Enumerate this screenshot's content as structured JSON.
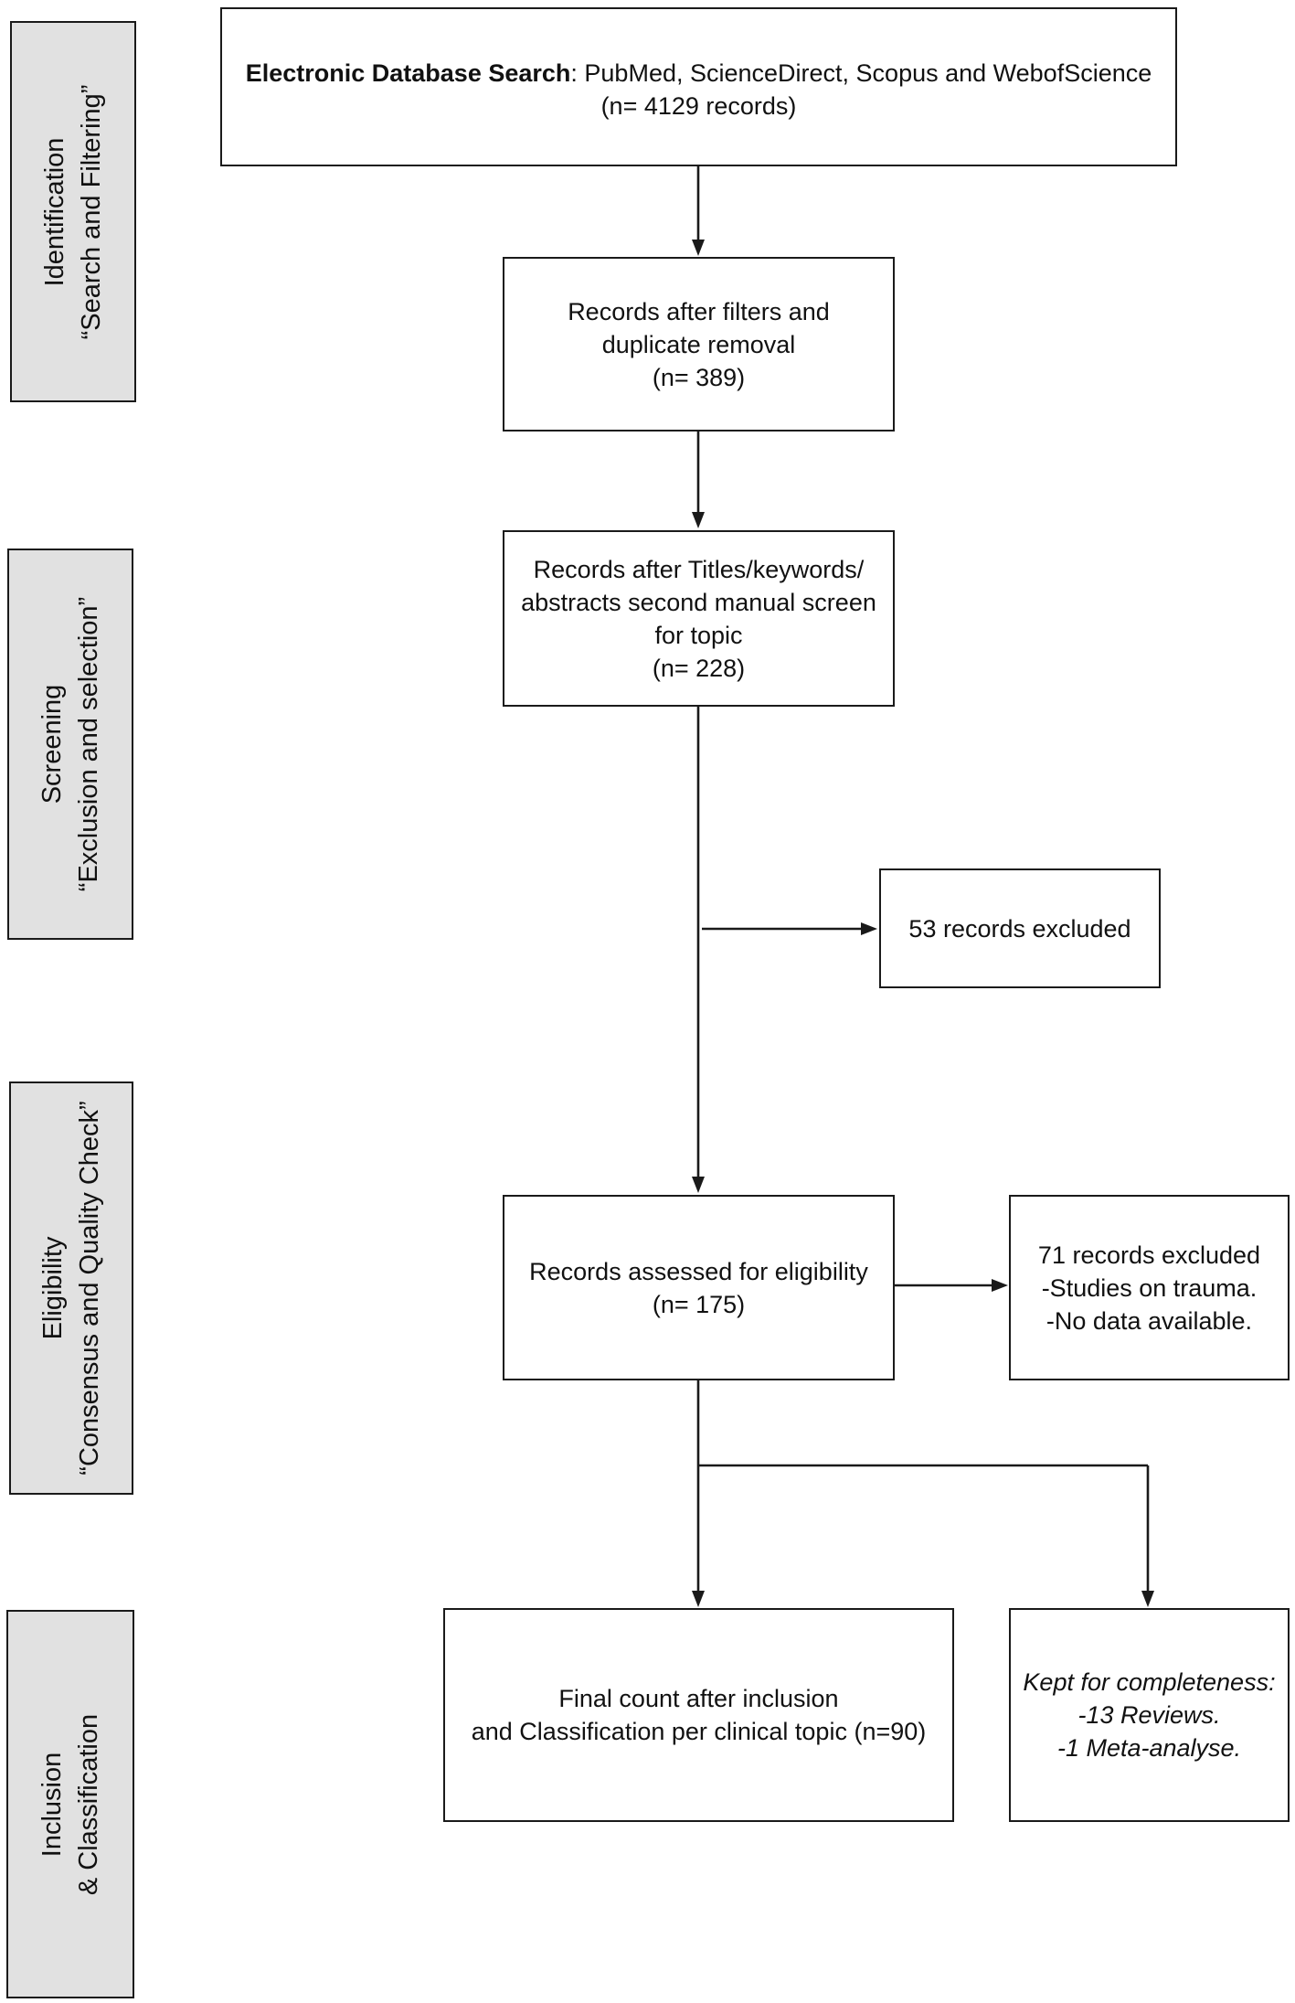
{
  "stages": {
    "identification": {
      "line1": "Identification",
      "line2": "“Search and Filtering”"
    },
    "screening": {
      "line1": "Screening",
      "line2": "“Exclusion and selection”"
    },
    "eligibility": {
      "line1": "Eligibility",
      "line2": "“Consensus and Quality Check”"
    },
    "inclusion": {
      "line1": "Inclusion",
      "line2": "& Classification"
    }
  },
  "boxes": {
    "search": {
      "bold": "Electronic Database Search",
      "rest": ": PubMed, ScienceDirect, Scopus and WebofScience",
      "count": "(n= 4129 records)"
    },
    "filtered": {
      "line1": "Records after filters and",
      "line2": "duplicate removal",
      "count": "(n= 389)"
    },
    "screened": {
      "line1": "Records after Titles/keywords/",
      "line2": "abstracts second manual screen",
      "line3": "for topic",
      "count": "(n= 228)"
    },
    "excluded1": {
      "text": "53 records excluded"
    },
    "eligible": {
      "line1": "Records assessed for eligibility",
      "count": "(n= 175)"
    },
    "excluded2": {
      "line1": "71 records excluded",
      "line2": "-Studies on trauma.",
      "line3": "-No data available."
    },
    "final": {
      "line1": "Final count after inclusion",
      "line2": "and Classification per clinical topic (n=90)"
    },
    "kept": {
      "line1": "Kept for completeness:",
      "line2": "-13 Reviews.",
      "line3": "-1 Meta-analyse."
    }
  }
}
